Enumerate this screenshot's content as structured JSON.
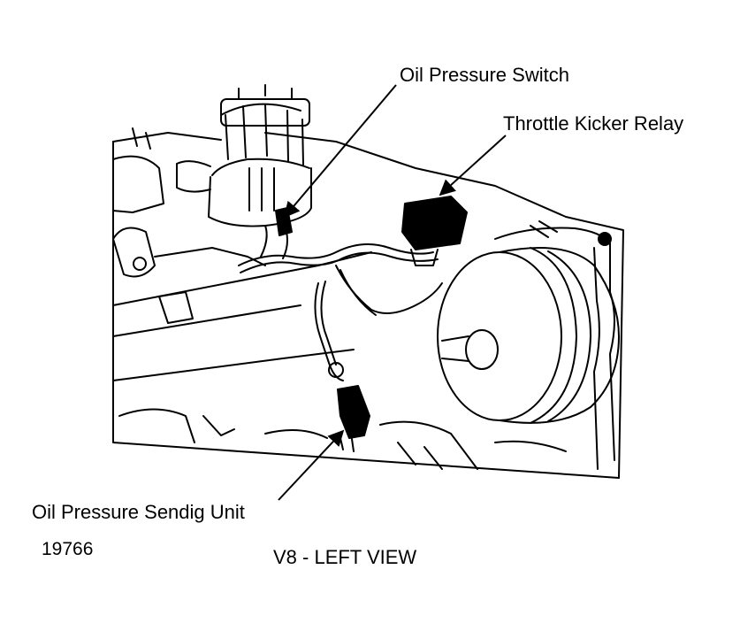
{
  "callouts": {
    "oil_pressure_switch": "Oil Pressure Switch",
    "throttle_kicker_relay": "Throttle Kicker Relay",
    "oil_pressure_sending_unit": "Oil Pressure Sendig Unit"
  },
  "figure_number": "19766",
  "view_title": "V8 - LEFT VIEW",
  "colors": {
    "ink": "#000000",
    "paper": "#ffffff"
  }
}
